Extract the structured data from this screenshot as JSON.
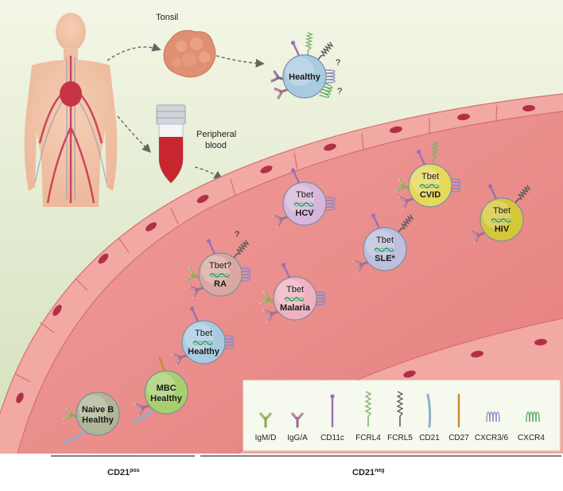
{
  "colors": {
    "background_top": "#eef3dc",
    "background_bottom": "#d5e2bf",
    "vessel": "#eb8f8e",
    "endothelium": "#f3b2ad",
    "nucleus": "#b03044",
    "healthy_cell": "#a9cbe0",
    "ra_cell": "#d9a8a2",
    "hcv_cell": "#d6b6dc",
    "malaria_cell": "#efb2c0",
    "sle_cell": "#bdbfde",
    "cvid_cell": "#e6d85a",
    "hiv_cell": "#d5c63a",
    "naive_cell": "#aeb697",
    "mbc_cell": "#a8cf6e"
  },
  "labels": {
    "tonsil": "Tonsil",
    "peripheral_line1": "Peripheral",
    "peripheral_line2": "blood",
    "question": "?",
    "cd21_pos": "CD21",
    "cd21_pos_sup": "pos",
    "cd21_neg": "CD21",
    "cd21_neg_sup": "neg"
  },
  "cells": {
    "tonsil_healthy": {
      "name": "Healthy",
      "tbet": ""
    },
    "ra": {
      "name": "RA",
      "tbet": "Tbet?"
    },
    "hcv": {
      "name": "HCV",
      "tbet": "Tbet"
    },
    "malaria": {
      "name": "Malaria",
      "tbet": "Tbet"
    },
    "sle": {
      "name": "SLE*",
      "tbet": "Tbet"
    },
    "cvid": {
      "name": "CVID",
      "tbet": "Tbet"
    },
    "hiv": {
      "name": "HIV",
      "tbet": "Tbet"
    },
    "blood_healthy": {
      "name": "Healthy",
      "tbet": "Tbet"
    },
    "naive": {
      "name1": "Naive B",
      "name2": "Healthy"
    },
    "mbc": {
      "name1": "MBC",
      "name2": "Healthy"
    }
  },
  "legend": {
    "items": [
      "IgM/D",
      "IgG/A",
      "CD11c",
      "FCRL4",
      "FCRL5",
      "CD21",
      "CD27",
      "CXCR3/6",
      "CXCR4"
    ]
  }
}
